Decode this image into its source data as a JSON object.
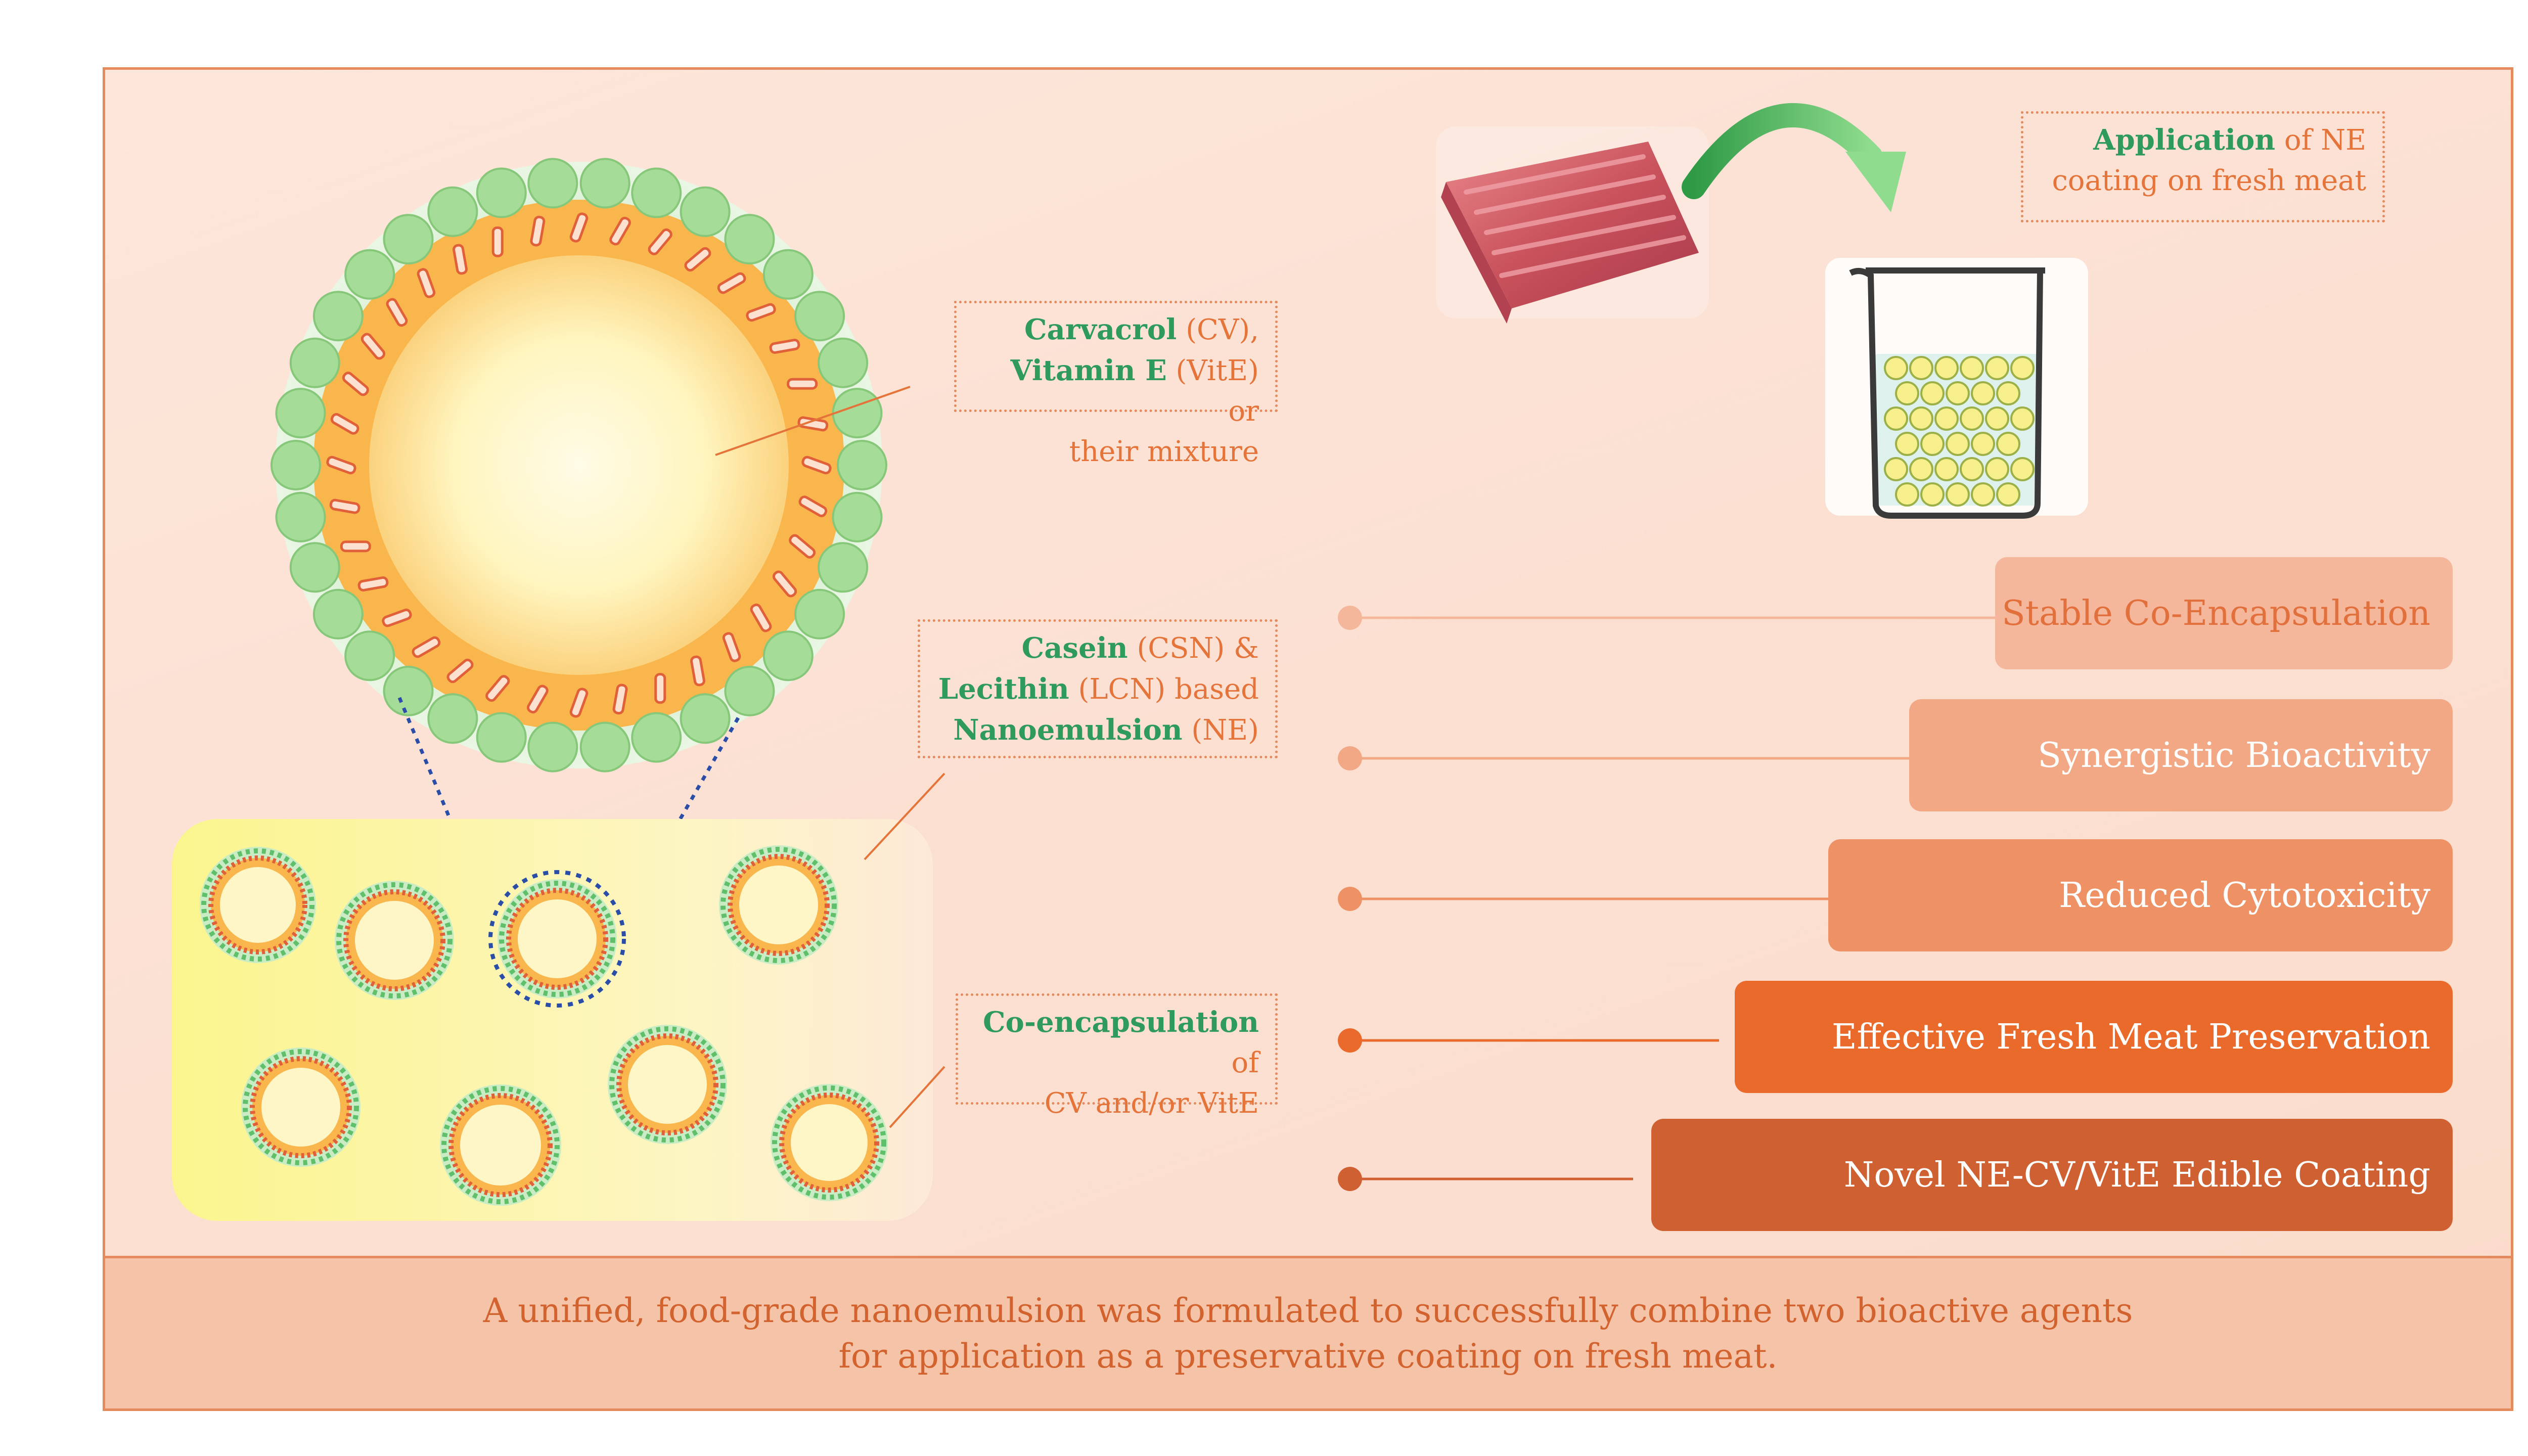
{
  "annotations": {
    "core": {
      "kw1": "Carvacrol",
      "t1": " (CV),",
      "kw2": "Vitamin E",
      "t2": " (VitE) or",
      "t3": "their mixture"
    },
    "shell": {
      "kw1": "Casein",
      "t1": " (CSN) &",
      "kw2": "Lecithin",
      "t2": " (LCN) based",
      "kw3": "Nanoemulsion",
      "t3": " (NE)"
    },
    "coencap": {
      "kw1": "Co-encapsulation",
      "t1": " of",
      "t2": "CV and/or VitE"
    },
    "application": {
      "kw1": "Application",
      "t1": " of NE",
      "t2": "coating on fresh meat"
    }
  },
  "outcomes": [
    {
      "label": "Stable Co-Encapsulation",
      "color": "#f5b79c",
      "text_color": "#e2703c"
    },
    {
      "label": "Synergistic Bioactivity",
      "color": "#f2a884",
      "text_color": "#ffffff"
    },
    {
      "label": "Reduced Cytotoxicity",
      "color": "#ee9266",
      "text_color": "#ffffff"
    },
    {
      "label": "Effective Fresh Meat Preservation",
      "color": "#ea6a2b",
      "text_color": "#ffffff"
    },
    {
      "label": "Novel NE-CV/VitE Edible Coating",
      "color": "#cf6032",
      "text_color": "#ffffff"
    }
  ],
  "footer": {
    "line1": "A unified, food-grade nanoemulsion was formulated to successfully combine two bioactive agents",
    "line2": "for application as a preservative coating on fresh meat."
  },
  "colors": {
    "border": "#e58a5c",
    "keyword_green": "#2e9a5c",
    "accent_orange": "#e4743a"
  }
}
